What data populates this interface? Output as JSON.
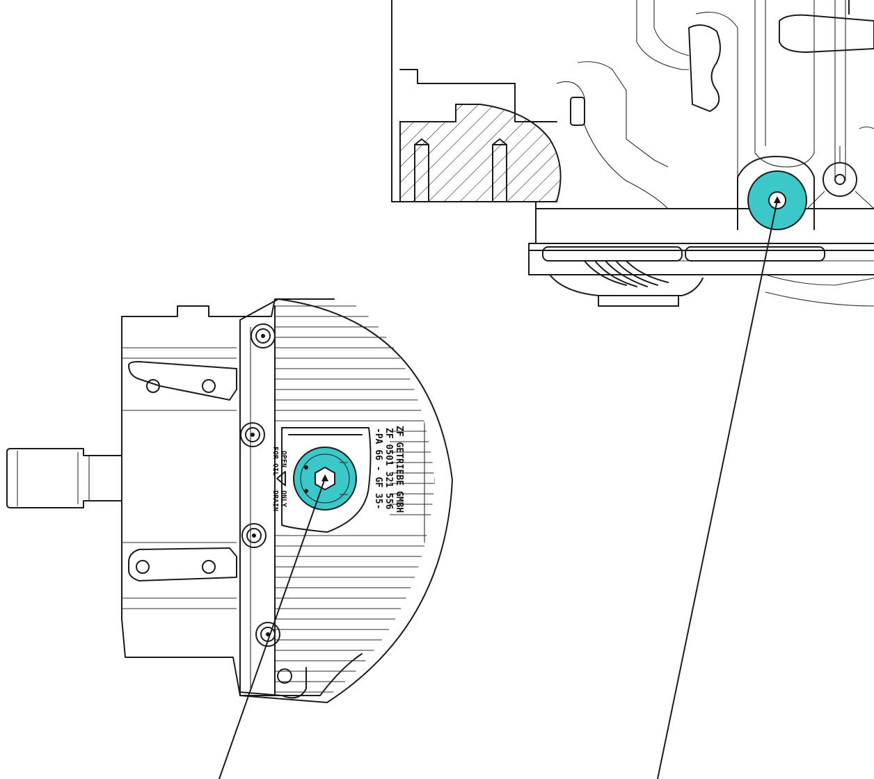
{
  "drawing": {
    "plate_text": {
      "line1": "ZF GETRIEBE GMBH",
      "line2": "ZF 0501 321 556",
      "line3": "-PA 66 - GF 35-"
    },
    "plug_text": {
      "open": "OPEN",
      "for_oil": "FOR OIL",
      "only": "ONLY",
      "drain": "DRAIN"
    },
    "colors": {
      "highlight": "#3cc8c8",
      "line": "#1a1a1a",
      "background": "#ffffff"
    },
    "icons": {
      "side_view": "gearbox-side-view",
      "bottom_view": "gearbox-bottom-view",
      "plug": "drain-plug-icon"
    }
  }
}
